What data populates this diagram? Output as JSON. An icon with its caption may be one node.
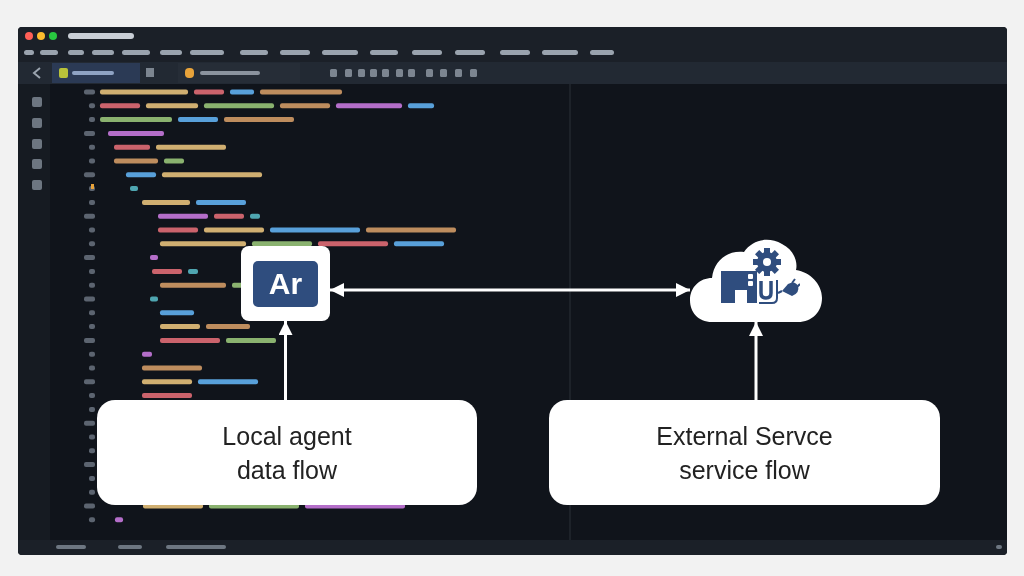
{
  "diagram": {
    "nodes": [
      {
        "text": [
          "Ar"
        ]
      },
      {
        "text": [],
        "shape": "cloud"
      },
      {
        "text": [
          "Local agent data flow"
        ]
      },
      {
        "text": [
          "External Servce service flow"
        ]
      }
    ],
    "edges": [
      {
        "from": 0,
        "to": 1,
        "arrow": "both"
      },
      {
        "from": 2,
        "to": 0,
        "arrow": "to"
      },
      {
        "from": 3,
        "to": 1,
        "arrow": "to"
      }
    ]
  }
}
